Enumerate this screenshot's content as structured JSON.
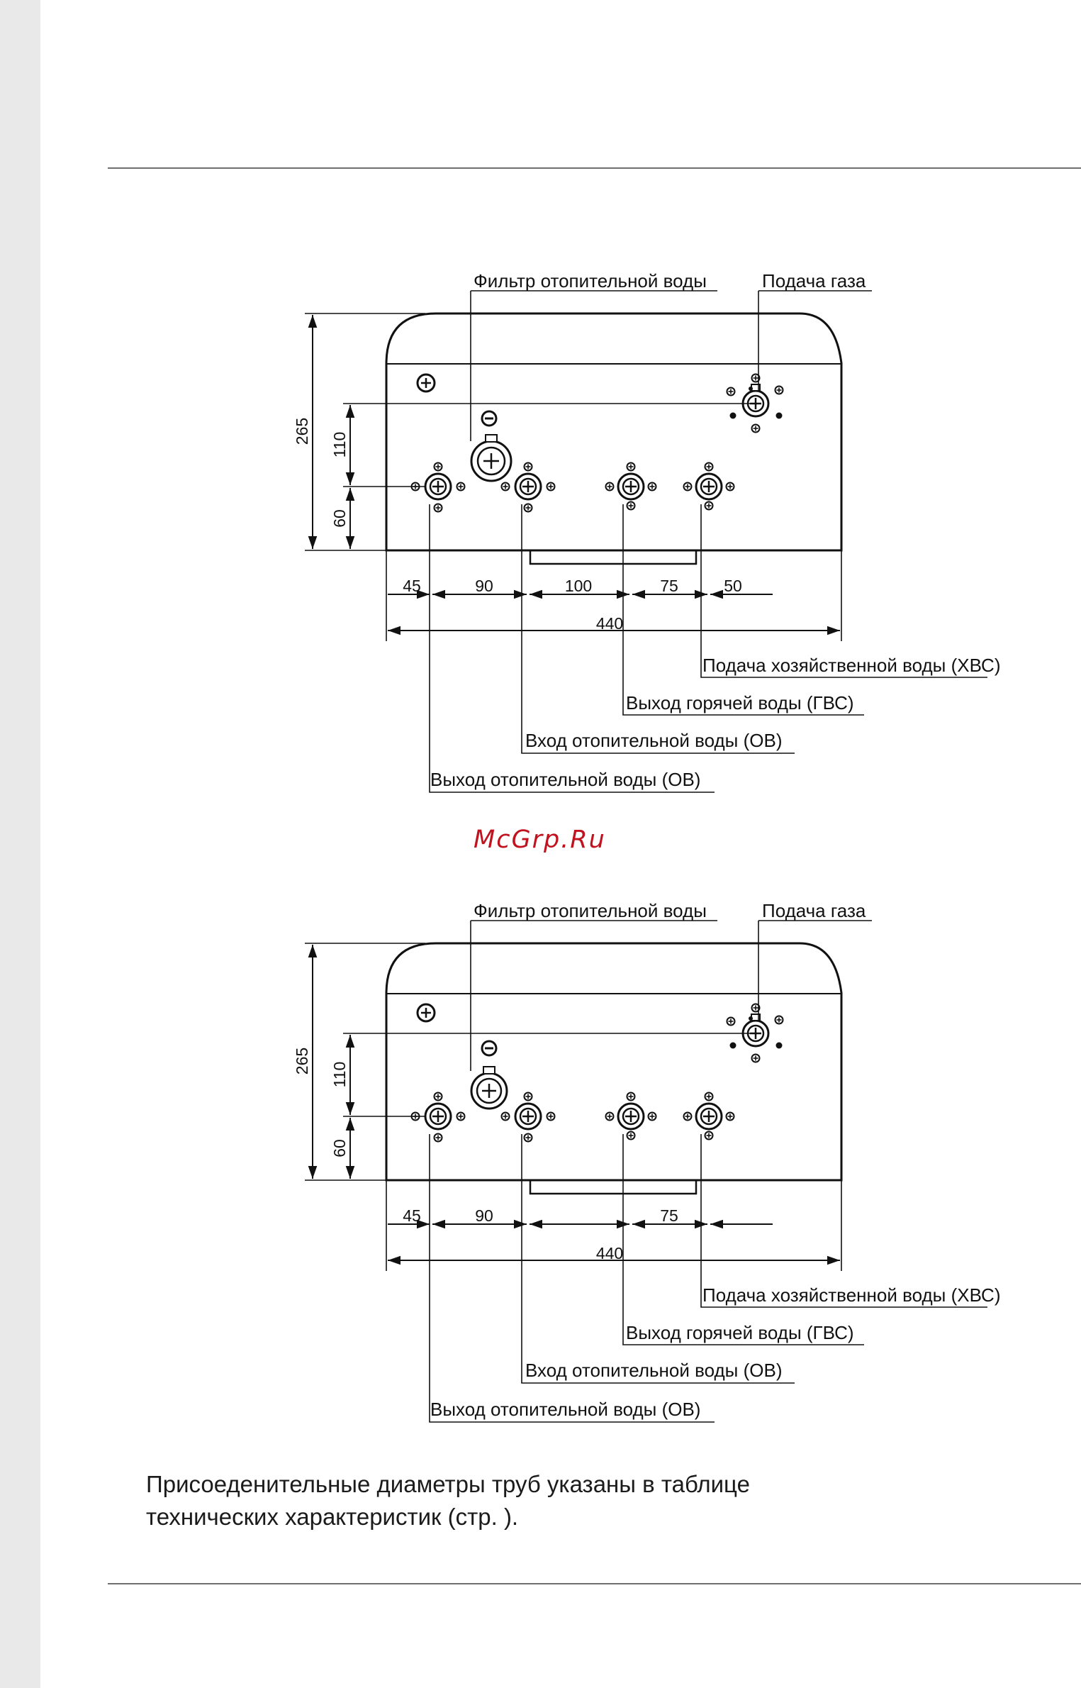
{
  "watermark": "McGrp.Ru",
  "note": {
    "line1": "Присоеденительные диаметры труб указаны в таблице",
    "line2": "технических характеристик (стр.    )."
  },
  "drawings": [
    {
      "labels": {
        "filter": "Фильтр отопительной воды",
        "gas": "Подача газа",
        "cold_water": "Подача хозяйственной воды (ХВС)",
        "hot_water": "Выход горячей воды (ГВС)",
        "heating_in": "Вход отопительной воды (ОВ)",
        "heating_out": "Выход отопительной воды (ОВ)"
      },
      "dims": {
        "height_total": "265",
        "height_upper": "110",
        "height_lower": "60",
        "width_total": "440",
        "seg_1": "45",
        "seg_2": "90",
        "seg_3": "100",
        "seg_4": "75",
        "seg_5": "50"
      }
    },
    {
      "labels": {
        "filter": "Фильтр отопительной воды",
        "gas": "Подача газа",
        "cold_water": "Подача хозяйственной воды (ХВС)",
        "hot_water": "Выход горячей воды (ГВС)",
        "heating_in": "Вход отопительной воды (ОВ)",
        "heating_out": "Выход отопительной воды (ОВ)"
      },
      "dims": {
        "height_total": "265",
        "height_upper": "110",
        "height_lower": "60",
        "width_total": "440",
        "seg_1": "45",
        "seg_2": "90",
        "seg_4": "75"
      }
    }
  ]
}
